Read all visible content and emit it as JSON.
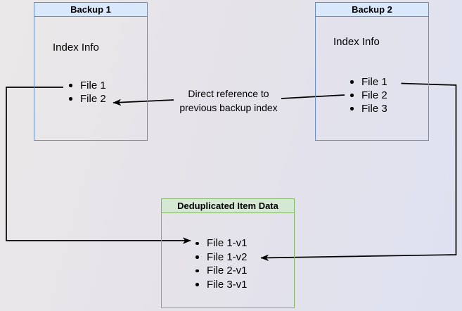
{
  "diagram": {
    "nodes": {
      "backup1": {
        "title": "Backup 1",
        "label": "Index Info",
        "files": [
          "File 1",
          "File 2"
        ]
      },
      "backup2": {
        "title": "Backup 2",
        "label": "Index Info",
        "files": [
          "File 1",
          "File 2",
          "File 3"
        ]
      },
      "dedup": {
        "title": "Deduplicated Item Data",
        "files": [
          "File 1-v1",
          "File 1-v2",
          "File 2-v1",
          "File 3-v1"
        ]
      }
    },
    "annotation": {
      "line1": "Direct reference to",
      "line2": "previous backup index"
    }
  },
  "colors": {
    "backup_header_fill": "#dae8fc",
    "backup_border": "#6c8ebf",
    "dedup_header_fill": "#d5e8d4",
    "dedup_border": "#82b366",
    "connector": "#000000"
  }
}
